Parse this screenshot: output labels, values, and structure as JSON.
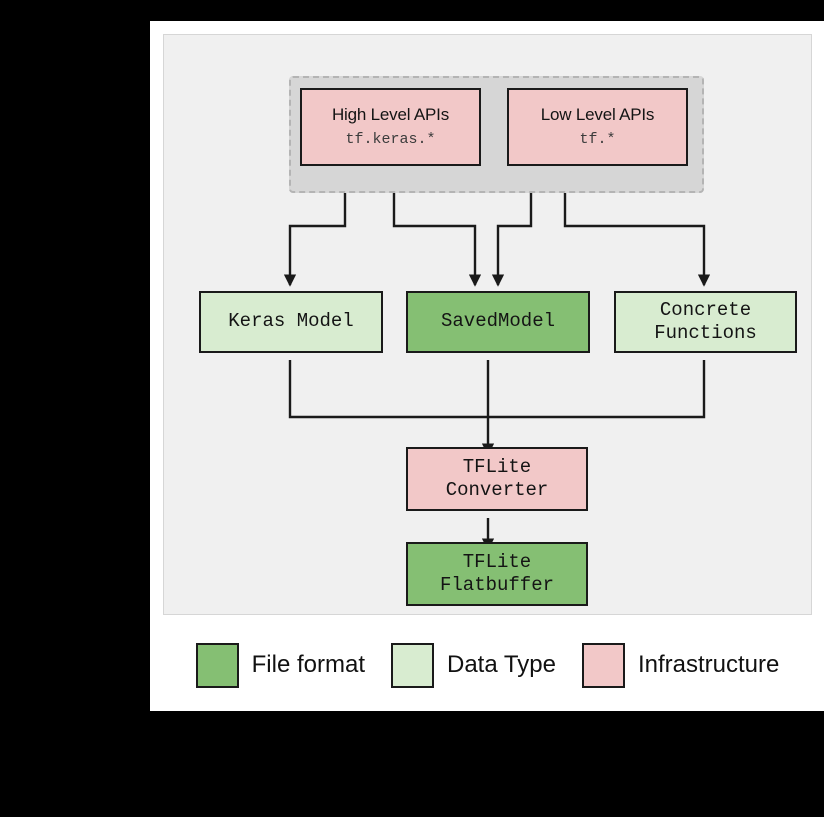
{
  "figure": {
    "kind": "flowchart",
    "background_color": "#ffffff",
    "panel_color": "#f0f0f0",
    "outer_color": "#000000"
  },
  "palette": {
    "file_format": "#85bf73",
    "data_type": "#d8ecd0",
    "infrastructure": "#f2c8c8",
    "group_fill": "#d6d6d6",
    "group_border": "#b4b4b4",
    "node_border": "#1a1a1a",
    "edge": "#1a1a1a"
  },
  "api_group": {
    "name": "api-group",
    "nodes": [
      {
        "id": "high-level-apis",
        "title": "High Level APIs",
        "subtitle": "tf.keras.*",
        "category": "infrastructure"
      },
      {
        "id": "low-level-apis",
        "title": "Low Level APIs",
        "subtitle": "tf.*",
        "category": "infrastructure"
      }
    ]
  },
  "model_row": {
    "nodes": [
      {
        "id": "keras-model",
        "title": "Keras Model",
        "category": "data_type"
      },
      {
        "id": "saved-model",
        "title": "SavedModel",
        "category": "file_format"
      },
      {
        "id": "concrete-functions",
        "title": "Concrete\nFunctions",
        "line1": "Concrete",
        "line2": "Functions",
        "category": "data_type"
      }
    ]
  },
  "converter_chain": {
    "nodes": [
      {
        "id": "tflite-converter",
        "line1": "TFLite",
        "line2": "Converter",
        "category": "infrastructure"
      },
      {
        "id": "tflite-flatbuffer",
        "line1": "TFLite",
        "line2": "Flatbuffer",
        "category": "file_format"
      }
    ]
  },
  "edges": [
    {
      "from": "high-level-apis",
      "to": "keras-model"
    },
    {
      "from": "high-level-apis",
      "to": "saved-model"
    },
    {
      "from": "low-level-apis",
      "to": "saved-model"
    },
    {
      "from": "low-level-apis",
      "to": "concrete-functions"
    },
    {
      "from": "keras-model",
      "to": "tflite-converter"
    },
    {
      "from": "saved-model",
      "to": "tflite-converter"
    },
    {
      "from": "concrete-functions",
      "to": "tflite-converter"
    },
    {
      "from": "tflite-converter",
      "to": "tflite-flatbuffer"
    }
  ],
  "legend": {
    "entries": [
      {
        "label": "File format",
        "color": "#85bf73",
        "category": "file_format"
      },
      {
        "label": "Data Type",
        "color": "#d8ecd0",
        "category": "data_type"
      },
      {
        "label": "Infrastructure",
        "color": "#f2c8c8",
        "category": "infrastructure"
      }
    ]
  }
}
